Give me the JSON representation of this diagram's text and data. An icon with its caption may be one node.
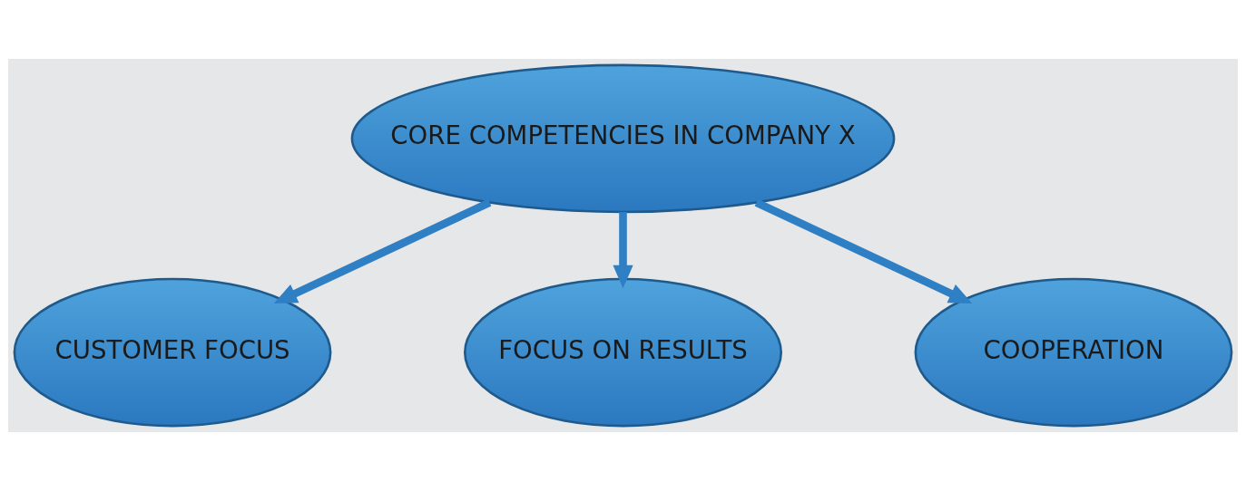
{
  "diagram": {
    "nodes": [
      {
        "text": [
          "CORE COMPETENCIES IN COMPANY X"
        ]
      },
      {
        "text": [
          "CUSTOMER FOCUS"
        ]
      },
      {
        "text": [
          "FOCUS ON RESULTS"
        ]
      },
      {
        "text": [
          "COOPERATION"
        ]
      }
    ],
    "edges": [
      {
        "from": 0,
        "to": 1,
        "arrow": "to"
      },
      {
        "from": 0,
        "to": 2,
        "arrow": "to"
      },
      {
        "from": 0,
        "to": 3,
        "arrow": "to"
      }
    ]
  }
}
